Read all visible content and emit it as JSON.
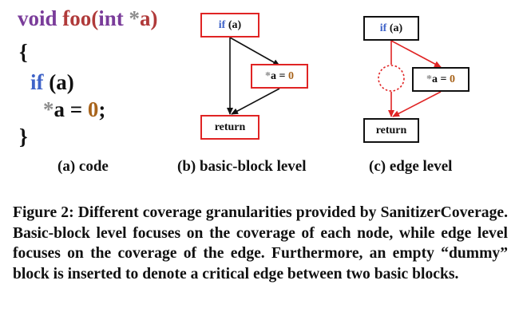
{
  "code": {
    "line1": {
      "void": "void",
      "foo": "foo",
      "open": "(",
      "int": "int",
      "star": " *",
      "a": "a",
      "close": ")"
    },
    "line2": "{",
    "line3": {
      "if": "if",
      "cond": " (a)"
    },
    "line4": {
      "star": "*",
      "a": "a",
      "eq": " = ",
      "zero": "0",
      "semi": ";"
    },
    "line5": "}"
  },
  "diagram_b": {
    "if_label": {
      "kw": "if",
      "rest": " (a)"
    },
    "assign_label": {
      "star": "*",
      "a": "a = ",
      "zero": "0"
    },
    "return_label": "return"
  },
  "diagram_c": {
    "if_label": {
      "kw": "if",
      "rest": " (a)"
    },
    "assign_label": {
      "star": "*",
      "a": "a = ",
      "zero": "0"
    },
    "return_label": "return"
  },
  "subcaptions": {
    "a": "(a) code",
    "b": "(b) basic-block level",
    "c": "(c) edge level"
  },
  "caption": "Figure 2: Different coverage granularities provided by SanitizerCoverage. Basic-block level focuses on the coverage of each node, while edge level focuses on the coverage of the edge. Furthermore, an empty “dummy” block is inserted to denote a critical edge between two basic blocks.",
  "colors": {
    "red": "#e02424",
    "black": "#111111",
    "keyword_purple": "#7a3c9a",
    "function_red": "#b03a3a",
    "keyword_blue": "#3f63c8",
    "operator_gray": "#8c8c8c",
    "number_brown": "#a8641c"
  }
}
